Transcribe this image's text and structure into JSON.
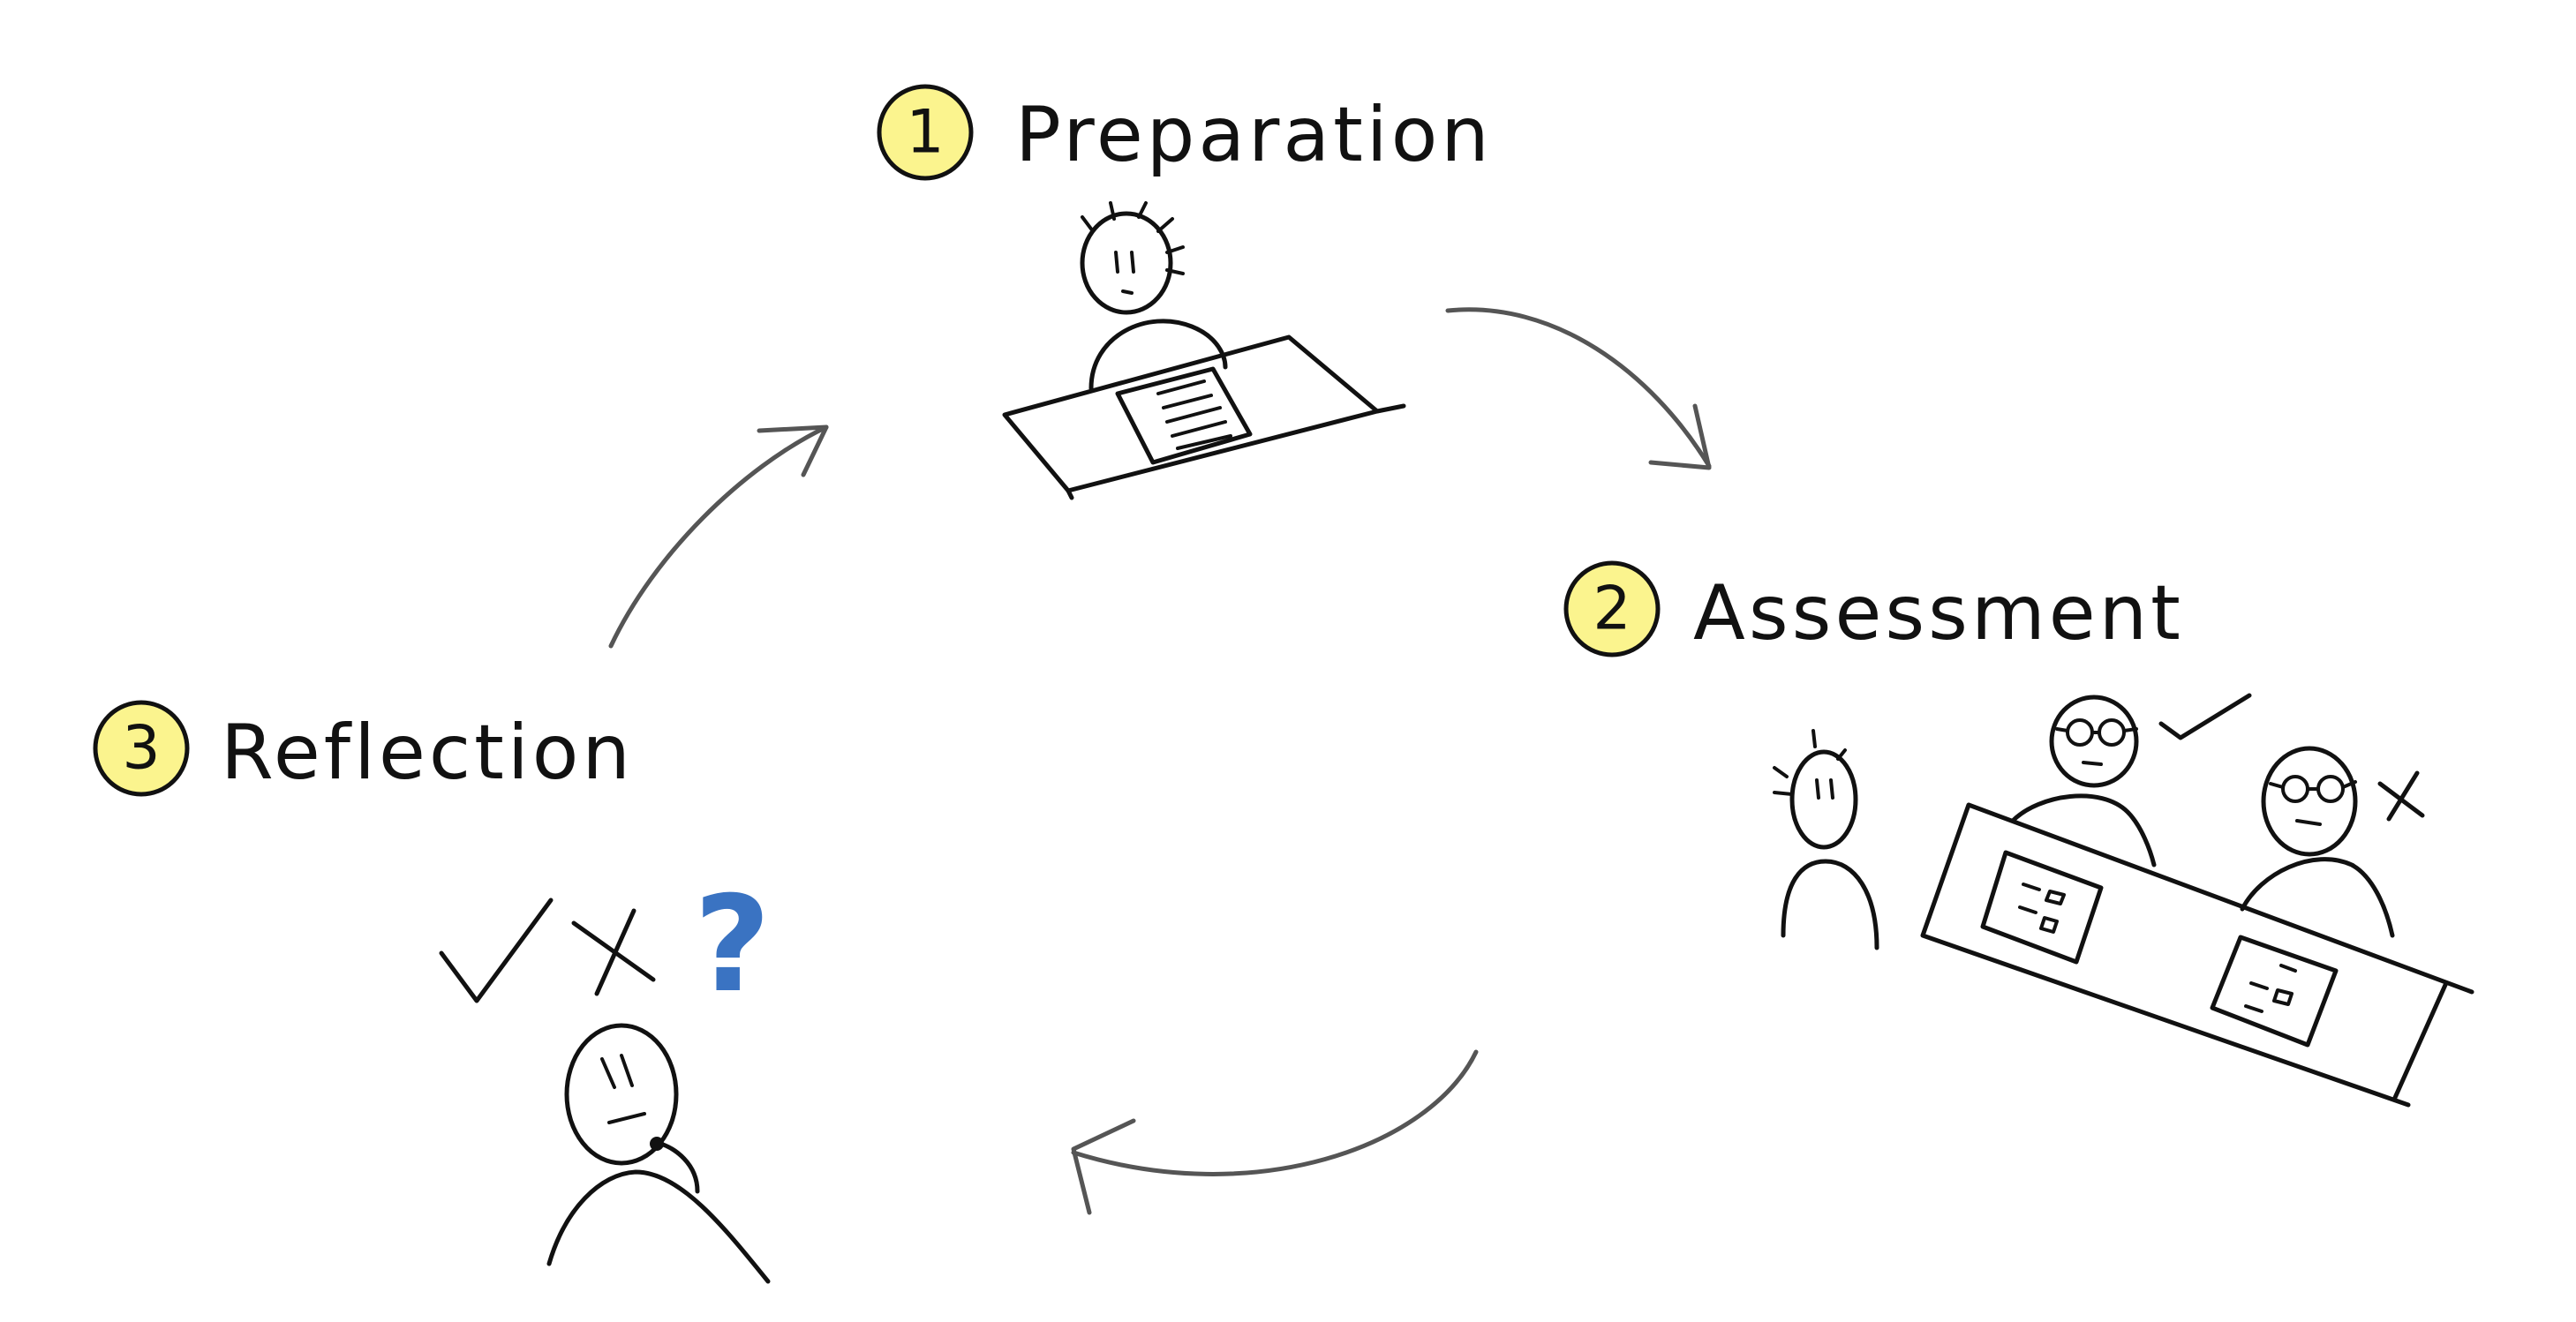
{
  "colors": {
    "badge_fill": "#fbf48e",
    "ink": "#111111",
    "arrow": "#555555",
    "check": "#7fd17a",
    "cross": "#c23a3a",
    "question": "#3a73c2"
  },
  "steps": [
    {
      "number": "1",
      "title": "Preparation"
    },
    {
      "number": "2",
      "title": "Assessment"
    },
    {
      "number": "3",
      "title": "Reflection"
    }
  ],
  "icons": {
    "reflection_question": "?"
  }
}
